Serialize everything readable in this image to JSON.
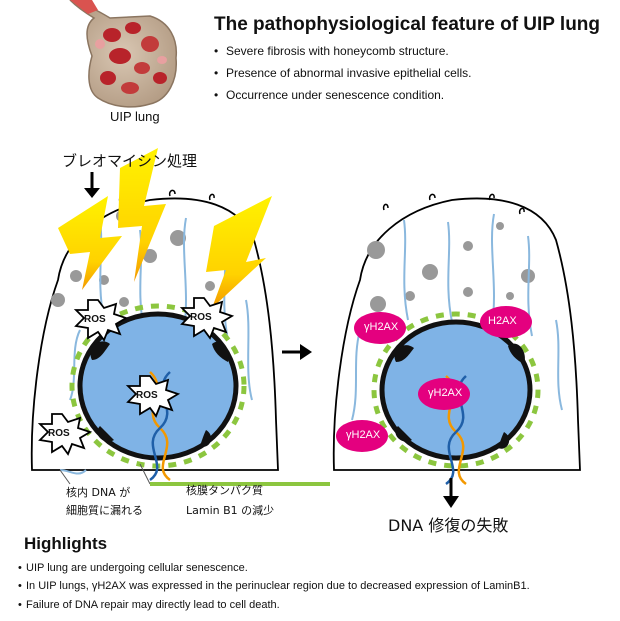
{
  "header": {
    "title": "The pathophysiological feature of UIP lung",
    "features": [
      "Severe fibrosis with honeycomb structure.",
      "Presence of abnormal invasive epithelial cells.",
      "Occurrence under senescence condition."
    ]
  },
  "lung": {
    "label": "UIP lung"
  },
  "treatment": {
    "label": "ブレオマイシン処理"
  },
  "left_cell": {
    "ros_labels": [
      "ROS",
      "ROS",
      "ROS",
      "ROS"
    ],
    "label_nuclear_dna_1": "核内 DNA が",
    "label_nuclear_dna_2": "細胞質に漏れる",
    "label_lamina_1": "核膜タンパク質",
    "label_lamina_2": "Lamin B1 の減少"
  },
  "right_cell": {
    "h2ax_labels": [
      "γH2AX",
      "H2AX",
      "γH2AX",
      "γH2AX"
    ],
    "outcome": "DNA 修復の失敗"
  },
  "highlights": {
    "title": "Highlights",
    "items": [
      "UIP lung are undergoing cellular senescence.",
      "In UIP lungs, γH2AX was expressed in the perinuclear region due to decreased expression of  LaminB1.",
      "Failure of DNA repair may directly lead to cell death."
    ]
  },
  "colors": {
    "nucleus": "#7fb3e6",
    "lamin": "#8cc63f",
    "h2ax": "#e4007f",
    "lightning": "#ffe600",
    "cytoskeleton": "#8ab8de",
    "organelle": "#9a9a9a"
  }
}
